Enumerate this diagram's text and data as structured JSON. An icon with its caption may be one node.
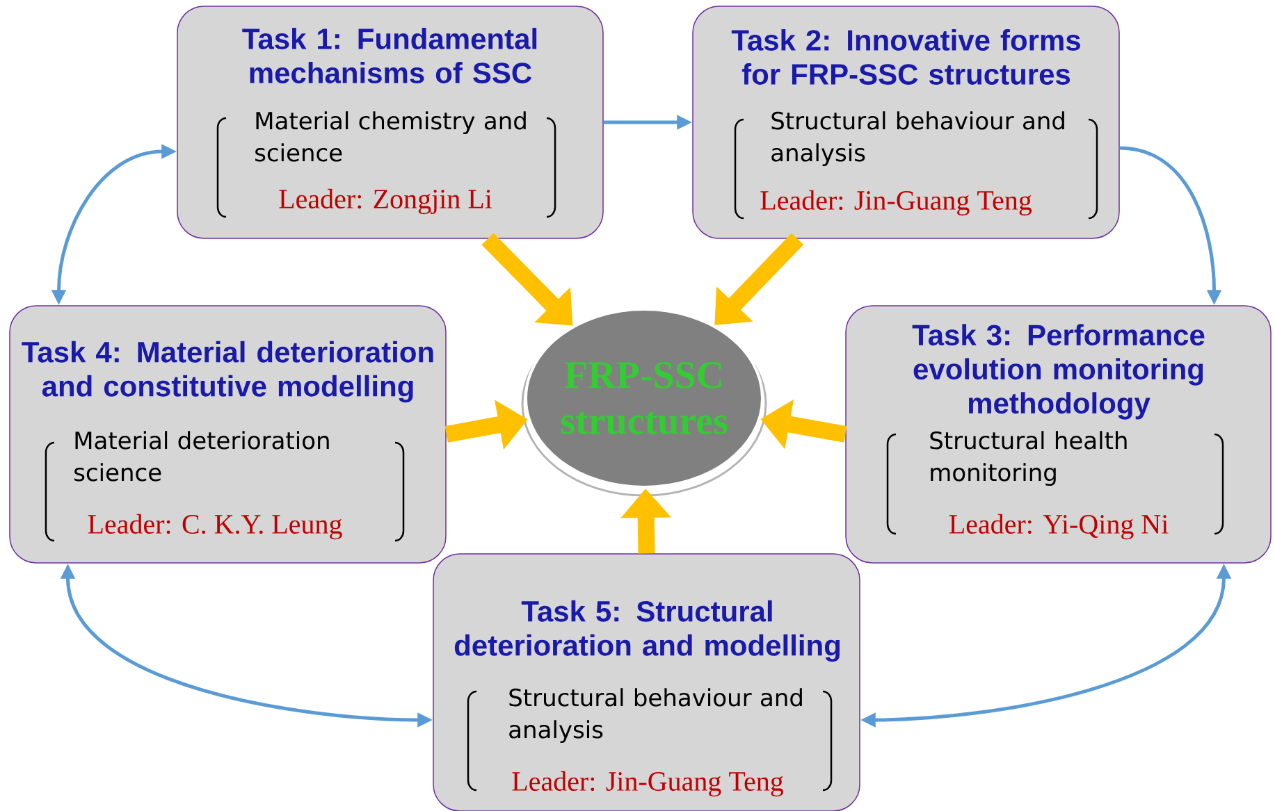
{
  "diagram": {
    "nodes": [
      {
        "text": [
          "Task 1: Fundamental mechanisms of SSC",
          "Material chemistry and science",
          "Leader: Zongjin Li"
        ]
      },
      {
        "text": [
          "Task 2: Innovative forms for FRP-SSC structures",
          "Structural behaviour and analysis",
          "Leader: Jin-Guang Teng"
        ]
      },
      {
        "text": [
          "Task 4: Material deterioration and constitutive modelling",
          "Material deterioration science",
          "Leader: C. K.Y. Leung"
        ]
      },
      {
        "text": [
          "FRP-SSC structures"
        ]
      },
      {
        "text": [
          "Task 3: Performance evolution monitoring methodology",
          "Structural health monitoring",
          "Leader: Yi-Qing Ni"
        ]
      },
      {
        "text": [
          "Task 5: Structural deterioration and modelling",
          "Structural behaviour and analysis",
          "Leader: Jin-Guang Teng"
        ]
      }
    ],
    "edges": [
      {
        "from": 0,
        "to": 1,
        "arrow": "to",
        "color": "#5b9bd5"
      },
      {
        "from": 1,
        "to": 4,
        "arrow": "to",
        "color": "#5b9bd5"
      },
      {
        "from": 2,
        "to": 0,
        "arrow": "both",
        "color": "#5b9bd5"
      },
      {
        "from": 2,
        "to": 5,
        "arrow": "both",
        "color": "#5b9bd5"
      },
      {
        "from": 4,
        "to": 5,
        "arrow": "both",
        "color": "#5b9bd5"
      },
      {
        "from": 0,
        "to": 3,
        "arrow": "to",
        "style": "thick",
        "color": "#ffc000"
      },
      {
        "from": 1,
        "to": 3,
        "arrow": "to",
        "style": "thick",
        "color": "#ffc000"
      },
      {
        "from": 2,
        "to": 3,
        "arrow": "to",
        "style": "thick",
        "color": "#ffc000"
      },
      {
        "from": 4,
        "to": 3,
        "arrow": "to",
        "style": "thick",
        "color": "#ffc000"
      },
      {
        "from": 5,
        "to": 3,
        "arrow": "to",
        "style": "thick",
        "color": "#ffc000"
      }
    ]
  }
}
